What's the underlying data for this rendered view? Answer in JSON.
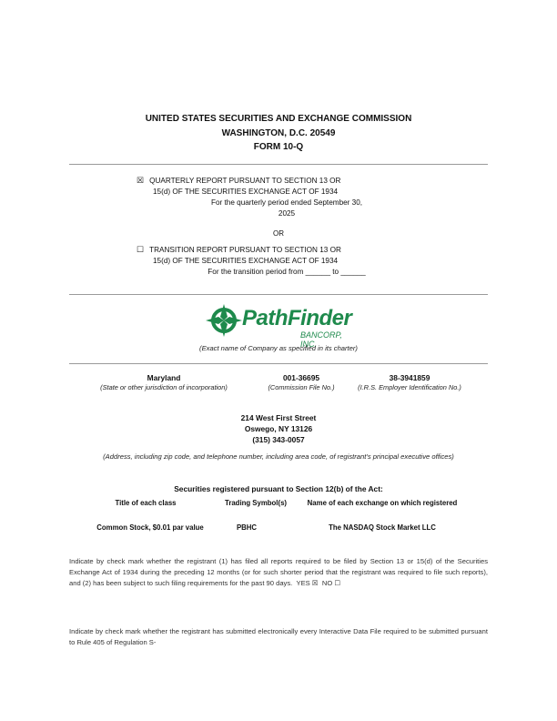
{
  "header": {
    "line1": "UNITED STATES SECURITIES AND EXCHANGE COMMISSION",
    "line2": "WASHINGTON, D.C.  20549",
    "line3": "FORM 10-Q"
  },
  "options": {
    "quarterly": {
      "box": "☒",
      "line1": "QUARTERLY REPORT PURSUANT TO SECTION 13 OR",
      "line2": "15(d) OF THE SECURITIES EXCHANGE ACT OF 1934",
      "line3": "For the quarterly period ended September 30,",
      "line4": "2025"
    },
    "or": "OR",
    "transition": {
      "box": "☐",
      "line1": "TRANSITION REPORT PURSUANT TO SECTION 13 OR",
      "line2": "15(d) OF THE SECURITIES EXCHANGE ACT OF 1934",
      "line3": "For the transition period from ______ to ______"
    }
  },
  "logo": {
    "name": "PathFinder",
    "sub": "BANCORP, INC.",
    "color": "#1e8a4c"
  },
  "registrant_caption": "(Exact name of Company as specified in its charter)",
  "registrant": {
    "state": "Maryland",
    "state_caption": "(State or other jurisdiction of incorporation)",
    "file_no": "001-36695",
    "file_caption": "(Commission File No.)",
    "ein": "38-3941859",
    "ein_caption": "(I.R.S. Employer Identification No.)"
  },
  "address": {
    "line1": "214 West First Street",
    "line2": "Oswego, NY 13126",
    "phone": "(315) 343-0057",
    "caption": "(Address, including zip code, and telephone number, including area code, of registrant’s principal executive offices)"
  },
  "registered": {
    "title": "Securities registered pursuant to Section 12(b) of the Act:",
    "col1": "Title of each class",
    "col2": "Trading Symbol(s)",
    "col3": "Name of each exchange on which registered",
    "val1": "Common Stock, $0.01 par value",
    "val2": "PBHC",
    "val3": "The NASDAQ Stock Market LLC"
  },
  "para1": {
    "text": "Indicate by check mark whether the registrant (1) has filed all reports required to be filed by Section 13 or 15(d) of the Securities Exchange Act of 1934 during the preceding 12 months (or for such shorter period that the registrant was required to file such reports), and (2) has been subject to such filing requirements for the past 90 days.",
    "yes": "YES ☒",
    "no": "NO ☐"
  },
  "para2": {
    "text": "Indicate by check mark whether the registrant has submitted electronically every Interactive Data File required to be submitted pursuant to Rule 405 of Regulation S-"
  }
}
